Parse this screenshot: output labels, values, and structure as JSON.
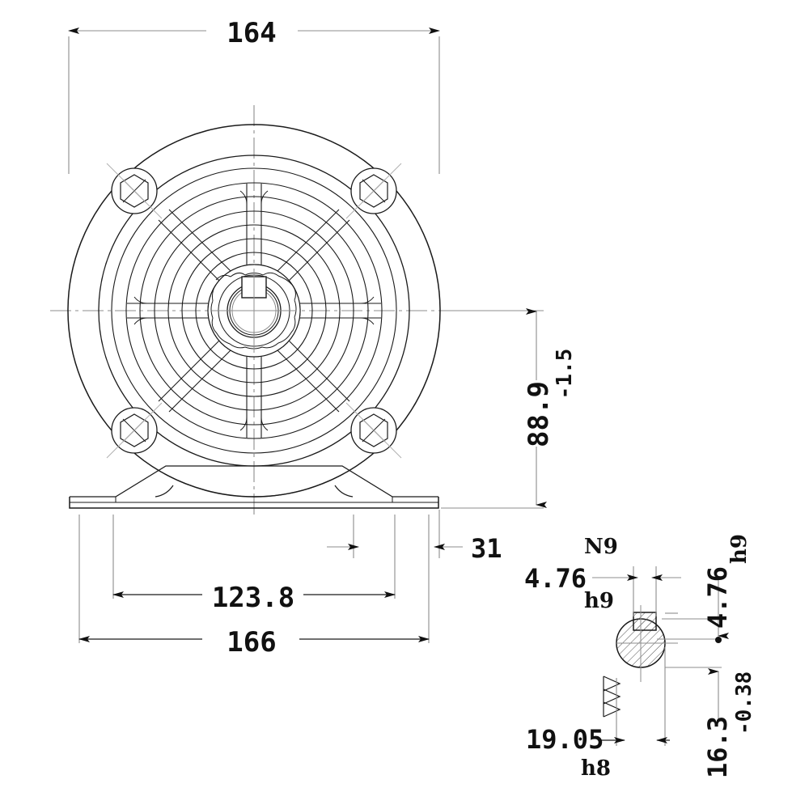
{
  "drawing": {
    "type": "engineering-drawing",
    "title": "Motor / Gearbox Flange Face and Shaft Keyway Detail",
    "units": "mm",
    "background_color": "#ffffff",
    "line_color": "#1a1a1a",
    "thin_line_color": "#808080",
    "text_color": "#111111"
  },
  "dimensions": {
    "overall_width": {
      "value": "164",
      "position": "top",
      "orientation": "horizontal"
    },
    "center_height": {
      "value": "88.9",
      "tolerance": "-1.5",
      "position": "right",
      "orientation": "vertical"
    },
    "foot_hole_spacing": {
      "value": "123.8",
      "position": "bottom",
      "orientation": "horizontal"
    },
    "base_width": {
      "value": "166",
      "position": "bottom",
      "orientation": "horizontal"
    },
    "foot_edge_offset": {
      "value": "31",
      "position": "bottom-right",
      "orientation": "horizontal"
    }
  },
  "detail_view": {
    "label": "shaft-keyway-section",
    "keyway_width": {
      "value": "4.76",
      "fit": "h9",
      "surface": "N9",
      "orientation": "horizontal"
    },
    "keyway_depth": {
      "value": "4.76",
      "fit": "h9",
      "orientation": "vertical"
    },
    "shaft_diameter": {
      "value": "19.05",
      "fit": "h8",
      "orientation": "horizontal"
    },
    "key_top_height": {
      "value": "16.3",
      "tolerance": "-0.38",
      "orientation": "vertical"
    },
    "surface_finish_symbol": "triple-triangle"
  },
  "front_view": {
    "label": "flange-face-front-view",
    "features": {
      "bolt_bosses": 4,
      "boss_type": "hex-socket-screw",
      "rib_rings": 4,
      "radial_spokes": 8,
      "center_bore": "shaft-with-keyway",
      "mounting_foot": true
    }
  },
  "annotations": {
    "center_mark_horizontal": true,
    "center_mark_vertical": true
  }
}
